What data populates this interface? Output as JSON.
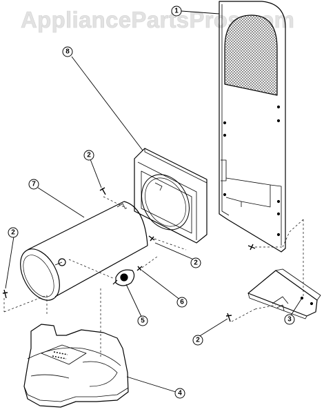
{
  "watermark": "AppliancePartsPros.com",
  "callouts": [
    {
      "id": "c1",
      "label": "1",
      "part": "rear-panel-with-vent"
    },
    {
      "id": "c8",
      "label": "8",
      "part": "duct-mounting-frame"
    },
    {
      "id": "c7",
      "label": "7",
      "part": "heater-duct-cylinder"
    },
    {
      "id": "c2a",
      "label": "2",
      "part": "screw"
    },
    {
      "id": "c2b",
      "label": "2",
      "part": "screw"
    },
    {
      "id": "c2c",
      "label": "2",
      "part": "screw"
    },
    {
      "id": "c2d",
      "label": "2",
      "part": "screw"
    },
    {
      "id": "c6",
      "label": "6",
      "part": "screw"
    },
    {
      "id": "c5",
      "label": "5",
      "part": "thermostat"
    },
    {
      "id": "c4",
      "label": "4",
      "part": "base-shield"
    },
    {
      "id": "c3",
      "label": "3",
      "part": "bracket"
    }
  ],
  "colors": {
    "line": "#000000",
    "watermark": "#e2e2e2",
    "background": "#ffffff"
  }
}
